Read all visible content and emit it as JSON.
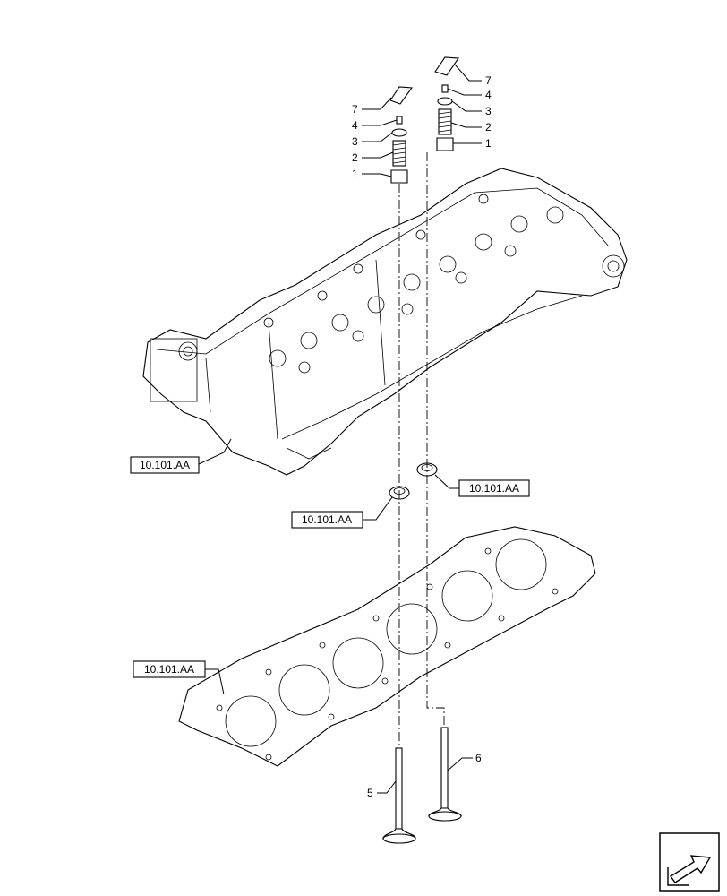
{
  "callouts": {
    "upper_left": {
      "seal": "7",
      "keeper": "4",
      "retainer": "3",
      "spring": "2",
      "seat": "1"
    },
    "upper_right": {
      "seal": "7",
      "keeper": "4",
      "retainer": "3",
      "spring": "2",
      "seat": "1"
    },
    "intake_valve": "5",
    "exhaust_valve": "6"
  },
  "references": {
    "cylinder_head": "10.101.AA",
    "insert_right": "10.101.AA",
    "insert_left": "10.101.AA",
    "head_gasket": "10.101.AA"
  },
  "nav_icon": "back-arrow-icon"
}
